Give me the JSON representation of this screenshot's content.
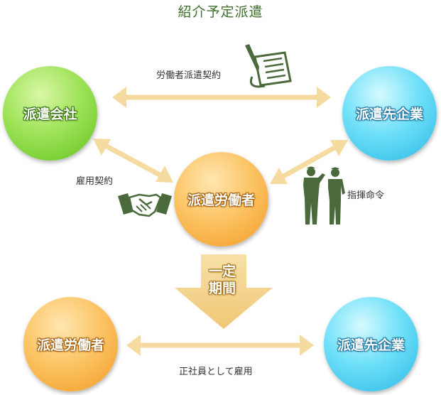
{
  "title": "紹介予定派遣",
  "nodes": {
    "dispatch_company": "派遣会社",
    "client_company_top": "派遣先企業",
    "worker_center": "派遣労働者",
    "worker_bottom": "派遣労働者",
    "client_company_bottom": "派遣先企業"
  },
  "labels": {
    "contract": "労働者派遣契約",
    "employment_contract": "雇用契約",
    "instruction": "指揮命令",
    "regular_employment": "正社員として雇用",
    "period_line1": "一定",
    "period_line2": "期間"
  },
  "icons": [
    "contract-document-icon",
    "handshake-icon",
    "workers-silhouette-icon"
  ],
  "colors": {
    "title": "#3f6f2a",
    "dispatch_company": "#7fd13b",
    "client_company": "#4fd0f2",
    "worker": "#f7ae3f",
    "arrow": "#f5dba0",
    "down_arrow": "#f3cc7e",
    "icon": "#4a6a3c"
  }
}
